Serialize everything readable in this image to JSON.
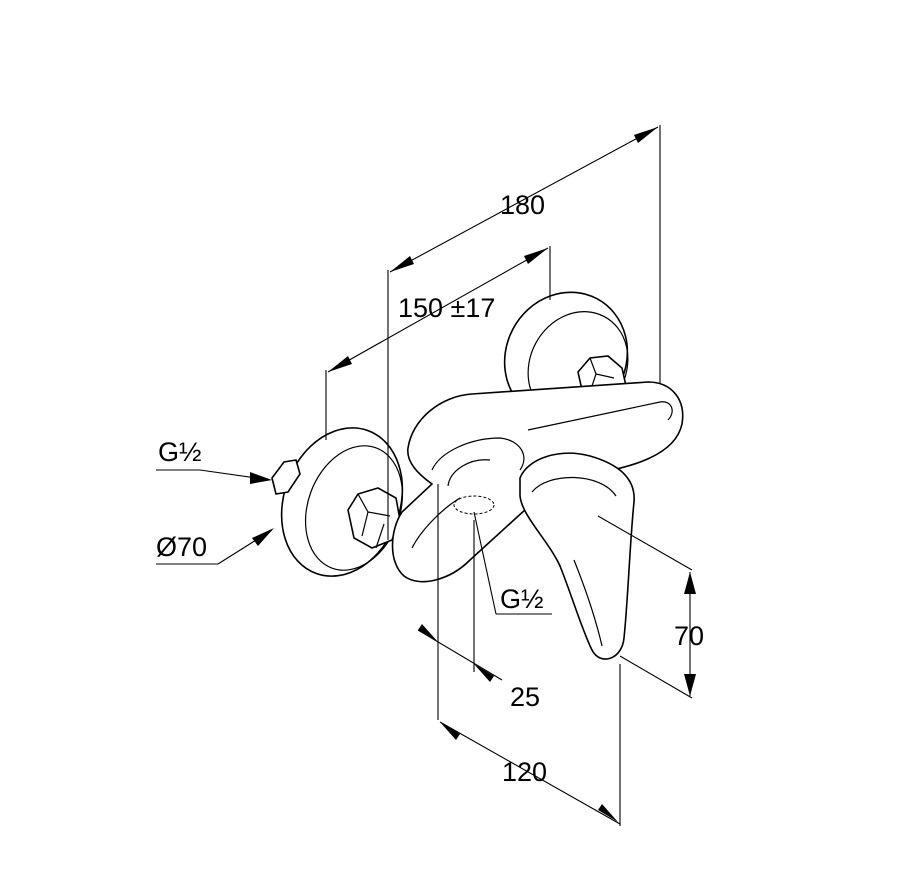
{
  "dimensions": {
    "overall_length": "180",
    "connection_spacing": "150 ±17",
    "inlet_thread": "G½",
    "rosette_diameter": "Ø70",
    "outlet_thread": "G½",
    "outlet_offset": "25",
    "lever_height": "70",
    "outlet_distance": "120"
  }
}
